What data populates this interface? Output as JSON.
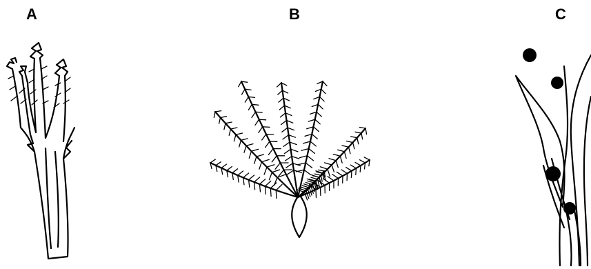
{
  "panels": [
    {
      "label": "A",
      "name": "branched-spine"
    },
    {
      "label": "B",
      "name": "plumose-hair-tuft"
    },
    {
      "label": "C",
      "name": "sheathing-leaves-with-particles"
    }
  ],
  "colors": {
    "ink": "#000000",
    "background": "#ffffff"
  }
}
